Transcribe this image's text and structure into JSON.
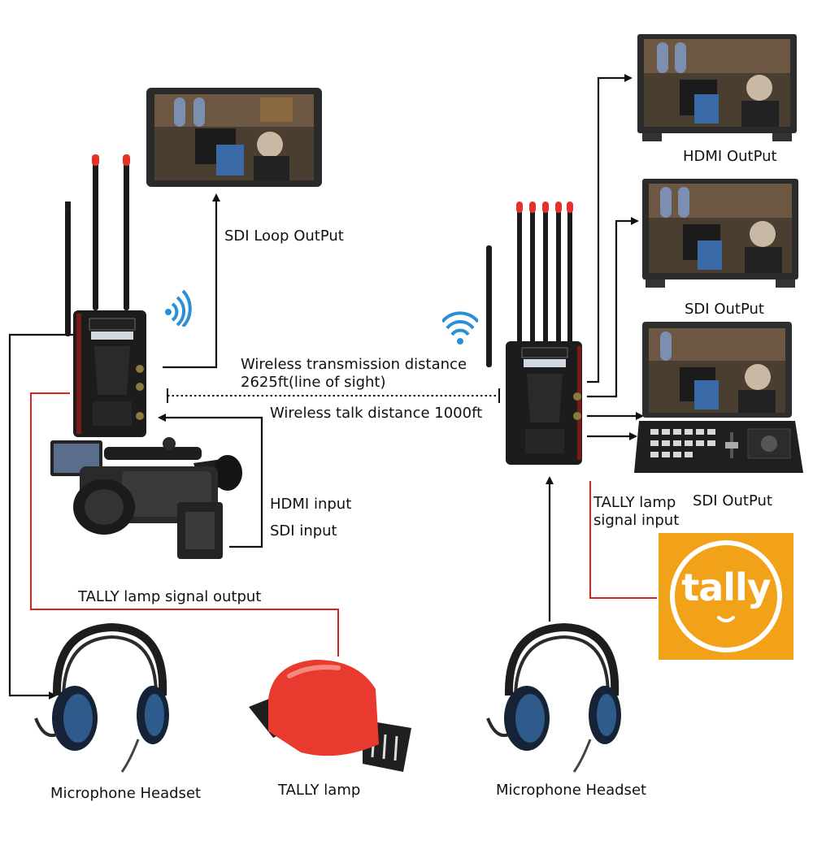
{
  "labels": {
    "sdi_loop_output": "SDI Loop OutPut",
    "hdmi_output": "HDMI OutPut",
    "sdi_output_1": "SDI OutPut",
    "sdi_output_2": "SDI OutPut",
    "wireless_distance_line1": "Wireless transmission distance",
    "wireless_distance_line2": "2625ft(line of sight)",
    "wireless_talk": "Wireless talk distance 1000ft",
    "hdmi_input": "HDMI input",
    "sdi_input": "SDI input",
    "tally_output": "TALLY lamp signal output",
    "tally_input_line1": "TALLY lamp",
    "tally_input_line2": "signal input",
    "headset_left": "Microphone Headset",
    "tally_lamp": "TALLY lamp",
    "headset_right": "Microphone Headset",
    "tally_logo": "tally"
  },
  "colors": {
    "connector": "#111111",
    "tally_wire": "#e0201c",
    "wifi": "#2b8fd6",
    "tally_logo_bg": "#f2a218",
    "lamp": "#e83a2e",
    "device": "#1c1c1c",
    "antenna_tip": "#e8302a"
  }
}
